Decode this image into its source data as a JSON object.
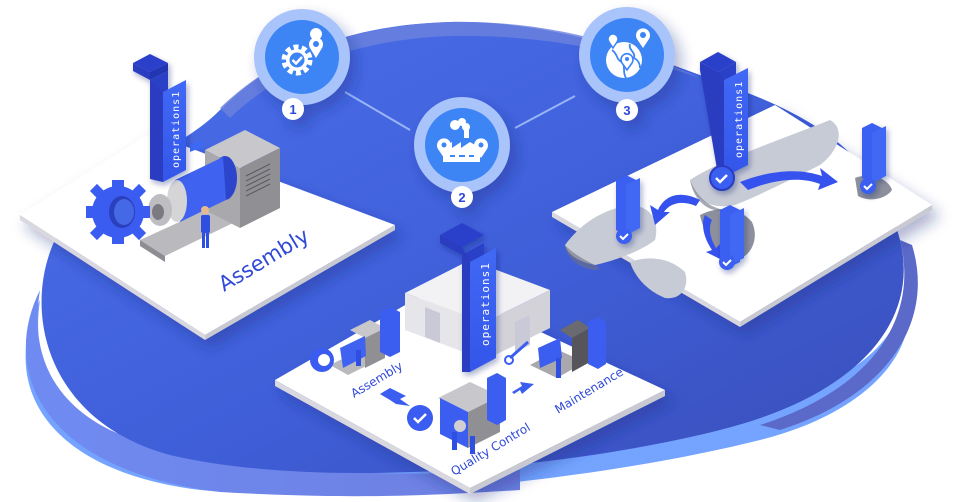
{
  "diagram": {
    "type": "isometric-process-infographic",
    "brand_text": "operations1",
    "colors": {
      "blob_top": "#4468e6",
      "blob_dark": "#3a4fbf",
      "blob_edge_light": "#6f8cf0",
      "blob_edge_right": "#74a4ff",
      "badge_inner": "#3d84f5",
      "badge_ring": "#a9c3fb",
      "tower_front": "#3b5ef0",
      "tower_side": "#2c3fc2",
      "platform": "#ffffff",
      "label": "#2f49d8",
      "map_land": "#c7cbd6",
      "map_shadow": "#6e7280",
      "machine_gray": "#a8a8a8"
    },
    "steps": [
      {
        "number": "1",
        "icon": "gear-check-location-icon",
        "scene": "single-machine-assembly",
        "platform_label": "Assembly"
      },
      {
        "number": "2",
        "icon": "factory-location-icon",
        "scene": "factory-floor",
        "stations": [
          "Assembly",
          "Quality Control",
          "Maintenance"
        ]
      },
      {
        "number": "3",
        "icon": "globe-location-icon",
        "scene": "global-world-map"
      }
    ],
    "tower_label": "operations1"
  }
}
